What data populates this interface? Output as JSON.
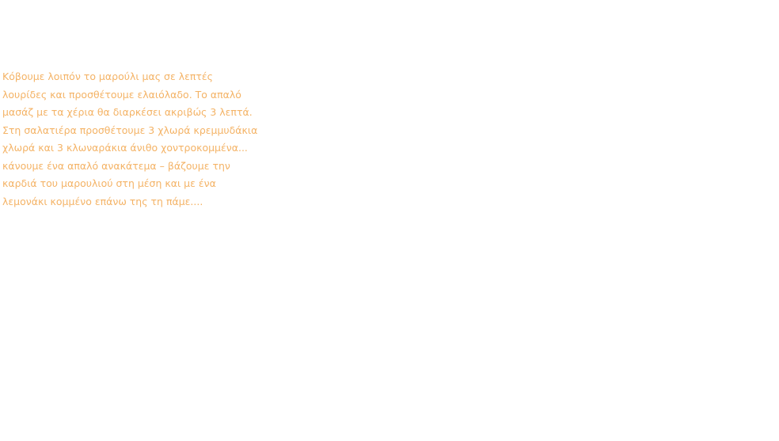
{
  "text_color": "#f4b366",
  "recipe": {
    "lines": [
      "Κόβουμε λοιπόν το μαρούλι μας σε λεπτές",
      "λουρίδες και προσθέτουμε ελαιόλαδο. Το απαλό",
      "μασάζ με τα χέρια θα διαρκέσει ακριβώς 3 λεπτά.",
      "Στη σαλατιέρα προσθέτουμε 3 χλωρά κρεμμυδάκια",
      "χλωρά και 3 κλωναράκια άνιθο χοντροκομμένα...",
      "κάνουμε ένα απαλό ανακάτεμα – βάζουμε την",
      "καρδιά του μαρουλιού στη μέση και με ένα",
      "λεμονάκι κομμένο επάνω της τη πάμε...."
    ]
  }
}
